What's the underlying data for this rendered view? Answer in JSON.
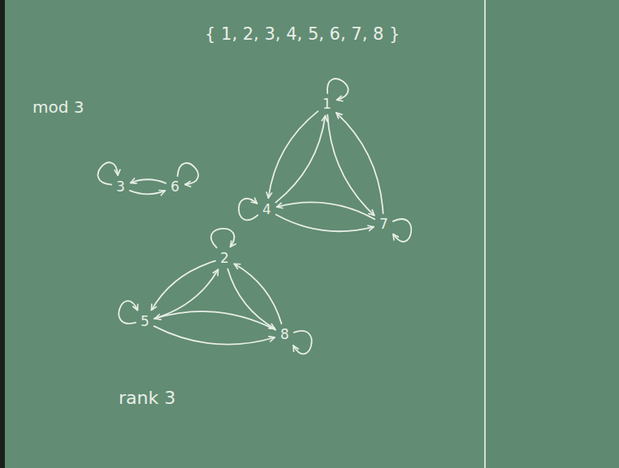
{
  "diagram": {
    "title": "{ 1, 2, 3, 4, 5, 6, 7, 8 }",
    "nodes": [
      {
        "text": [
          "3"
        ]
      },
      {
        "text": [
          "6"
        ]
      },
      {
        "text": [
          "1"
        ]
      },
      {
        "text": [
          "4"
        ]
      },
      {
        "text": [
          "7"
        ]
      },
      {
        "text": [
          "2"
        ]
      },
      {
        "text": [
          "5"
        ]
      },
      {
        "text": [
          "8"
        ]
      }
    ],
    "edges": [
      {
        "from": 0,
        "to": 0,
        "arrow": "to"
      },
      {
        "from": 0,
        "to": 1,
        "arrow": "to"
      },
      {
        "from": 1,
        "to": 0,
        "arrow": "to"
      },
      {
        "from": 1,
        "to": 1,
        "arrow": "to"
      },
      {
        "from": 2,
        "to": 2,
        "arrow": "to"
      },
      {
        "from": 3,
        "to": 3,
        "arrow": "to"
      },
      {
        "from": 4,
        "to": 4,
        "arrow": "to"
      },
      {
        "from": 2,
        "to": 3,
        "arrow": "to"
      },
      {
        "from": 3,
        "to": 2,
        "arrow": "to"
      },
      {
        "from": 2,
        "to": 4,
        "arrow": "to"
      },
      {
        "from": 4,
        "to": 2,
        "arrow": "to"
      },
      {
        "from": 3,
        "to": 4,
        "arrow": "to"
      },
      {
        "from": 4,
        "to": 3,
        "arrow": "to"
      },
      {
        "from": 5,
        "to": 5,
        "arrow": "to"
      },
      {
        "from": 6,
        "to": 6,
        "arrow": "to"
      },
      {
        "from": 7,
        "to": 7,
        "arrow": "to"
      },
      {
        "from": 5,
        "to": 6,
        "arrow": "to"
      },
      {
        "from": 6,
        "to": 5,
        "arrow": "to"
      },
      {
        "from": 5,
        "to": 7,
        "arrow": "to"
      },
      {
        "from": 7,
        "to": 5,
        "arrow": "to"
      },
      {
        "from": 6,
        "to": 7,
        "arrow": "to"
      },
      {
        "from": 7,
        "to": 6,
        "arrow": "to"
      }
    ],
    "labels": [
      "mod 3",
      "rank 3"
    ]
  }
}
